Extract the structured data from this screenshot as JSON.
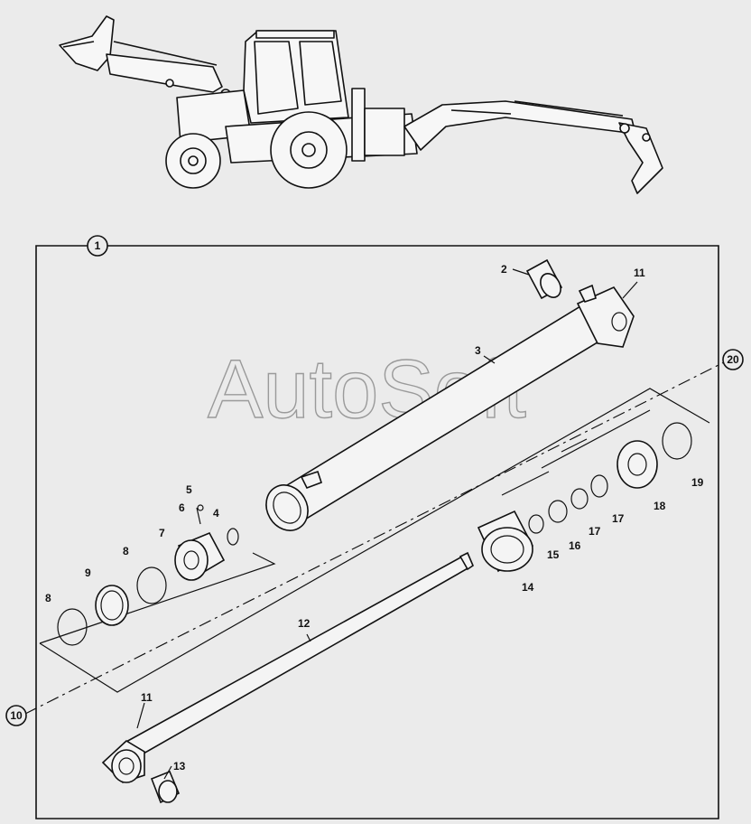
{
  "watermark": "AutoSoft",
  "callouts": {
    "assembly": "1",
    "main_kit": "20",
    "seal_kit": "10"
  },
  "part_labels": {
    "p2": "2",
    "p3": "3",
    "p4": "4",
    "p5": "5",
    "p6": "6",
    "p7": "7",
    "p8a": "8",
    "p8b": "8",
    "p9": "9",
    "p11a": "11",
    "p11b": "11",
    "p12": "12",
    "p13": "13",
    "p14": "14",
    "p15": "15",
    "p16": "16",
    "p17a": "17",
    "p17b": "17",
    "p18": "18",
    "p19": "19"
  }
}
